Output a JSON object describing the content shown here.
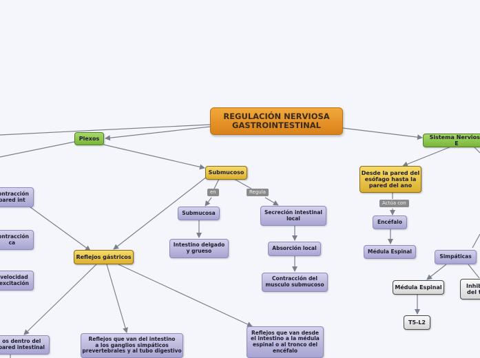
{
  "root": "REGULACIÓN NERVIOSA\nGASTROINTESTINAL",
  "nodes": {
    "plexos": "Plexos",
    "submucoso": "Submucoso",
    "sistema_nervioso": "Sistema Nervioso E",
    "reflejos_gastricos": "Reflejos gástricos",
    "submucosa": "Submucosa",
    "secrecion": "Secreción intestinal\nlocal",
    "intestino": "Intestino delgado\ny grueso",
    "absorcion": "Absorción local",
    "contraccion_musculo": "Contracción del\nmusculo submucoso",
    "left_1": "contracción\npared int",
    "left_2": "contracción\nca",
    "left_3": "velocidad\nexcitación",
    "left_4": "os dentro del\npared intestinal",
    "reflejos_ganglios": "Reflejos que van del intestino\na los ganglios simpáticos\nprevertebrales y al tubo digestivo",
    "reflejos_medula": "Reflejos que van desde\nel intestino a la médula\nespinal o al tronco del\nencéfalo",
    "desde_pared": "Desde la pared del\nesófago hasta la\npared del ano",
    "encefalo": "Encéfalo",
    "medula_espinal": "Médula Espinal",
    "simpaticas": "Simpáticas",
    "medula_espinal_2": "Médula Espinal",
    "inhib": "Inhib\ndel t",
    "t5l2": "T5-L2"
  },
  "connectors": {
    "en": "en",
    "regula": "Regula",
    "actua_con": "Actúa con"
  }
}
